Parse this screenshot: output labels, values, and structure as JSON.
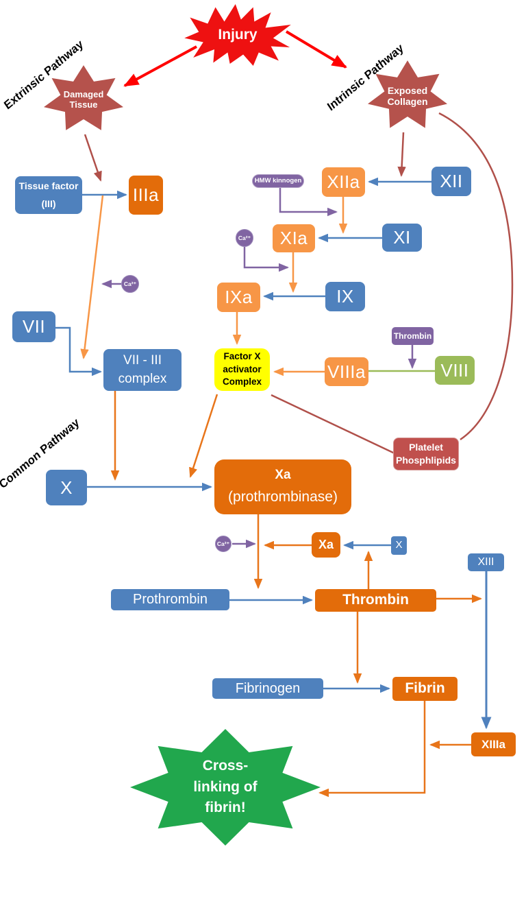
{
  "pathways": {
    "extrinsic": "Extrinsic Pathway",
    "intrinsic": "Intrinsic Pathway",
    "common": "Common Pathway"
  },
  "shapes": {
    "injury": "Injury",
    "damaged_tissue": {
      "line1": "Damaged",
      "line2": "Tissue"
    },
    "exposed_collagen": {
      "line1": "Exposed",
      "line2": "Collagen"
    },
    "cross_linking": {
      "line1": "Cross-",
      "line2": "linking of",
      "line3": "fibrin!"
    }
  },
  "factors": {
    "tissue_factor": {
      "line1": "Tissue factor",
      "line2": "(III)"
    },
    "iiia": "IIIa",
    "xii": "XII",
    "xiia": "XIIa",
    "hmw_kininogen": "HMW kinnogen",
    "xi": "XI",
    "xia": "XIa",
    "calcium": "Ca²⁺",
    "ix": "IX",
    "ixa": "IXa",
    "vii": "VII",
    "vii_iii_complex": {
      "line1": "VII - III",
      "line2": "complex"
    },
    "factor_x_activator": {
      "line1": "Factor X",
      "line2": "activator",
      "line3": "Complex"
    },
    "thrombin_activator": "Thrombin",
    "viiia": "VIIIa",
    "viii": "VIII",
    "platelet_phospholipids": {
      "line1": "Platelet",
      "line2": "Phosphlipids"
    },
    "x": "X",
    "xa_prothrombinase": {
      "line1": "Xa",
      "line2": "(prothrombinase)"
    },
    "xa_small": "Xa",
    "x_small": "X",
    "prothrombin": "Prothrombin",
    "thrombin": "Thrombin",
    "fibrinogen": "Fibrinogen",
    "fibrin": "Fibrin",
    "xiii": "XIII",
    "xiiia": "XIIIa"
  },
  "colors": {
    "factor_blue": "#4F81BD",
    "active_orange_dark": "#E36C0A",
    "active_orange_light": "#F79646",
    "viii_green": "#9BBB59",
    "cofactor_purple": "#8064A2",
    "tissue_star_red": "#B5524C",
    "platelet_red": "#C0504D",
    "complex_yellow": "#FFFF00",
    "injury_red": "#EE1111",
    "success_green": "#21A74D",
    "arrow_orange": "#E8751A",
    "arrow_red": "#FF0000",
    "arrow_dark_red": "#B0504A"
  }
}
